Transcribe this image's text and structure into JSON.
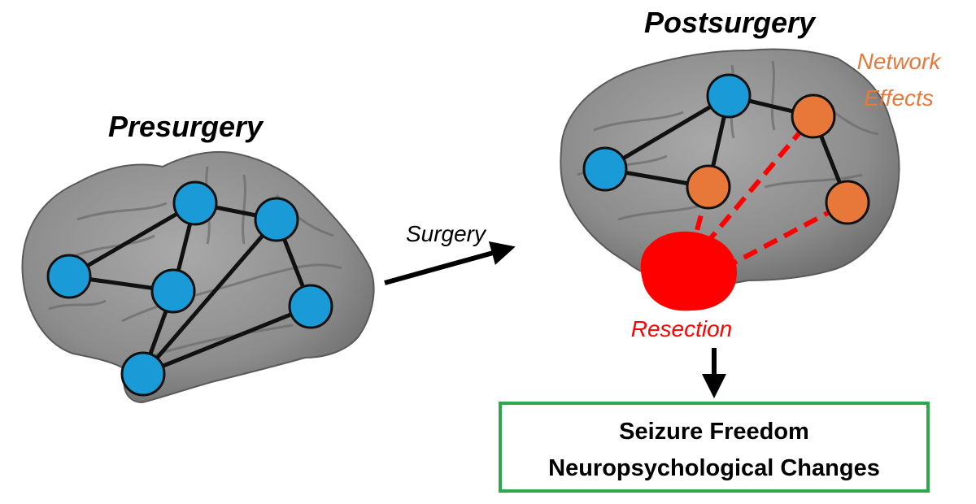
{
  "labels": {
    "presurgery": "Presurgery",
    "postsurgery": "Postsurgery",
    "surgery": "Surgery",
    "network_effects_line1": "Network",
    "network_effects_line2": "Effects",
    "resection": "Resection"
  },
  "outcome_box": {
    "line1": "Seizure Freedom",
    "line2": "Neuropsychological Changes"
  },
  "colors": {
    "node_blue": "#1a9ad6",
    "node_orange": "#e8783a",
    "resection_red": "#ff0000",
    "network_effects_text": "#e8783a",
    "resection_text": "#ff0000",
    "outcome_border": "#2ea84a",
    "edge": "#111111",
    "brain_fill": "#8f8f8f"
  }
}
